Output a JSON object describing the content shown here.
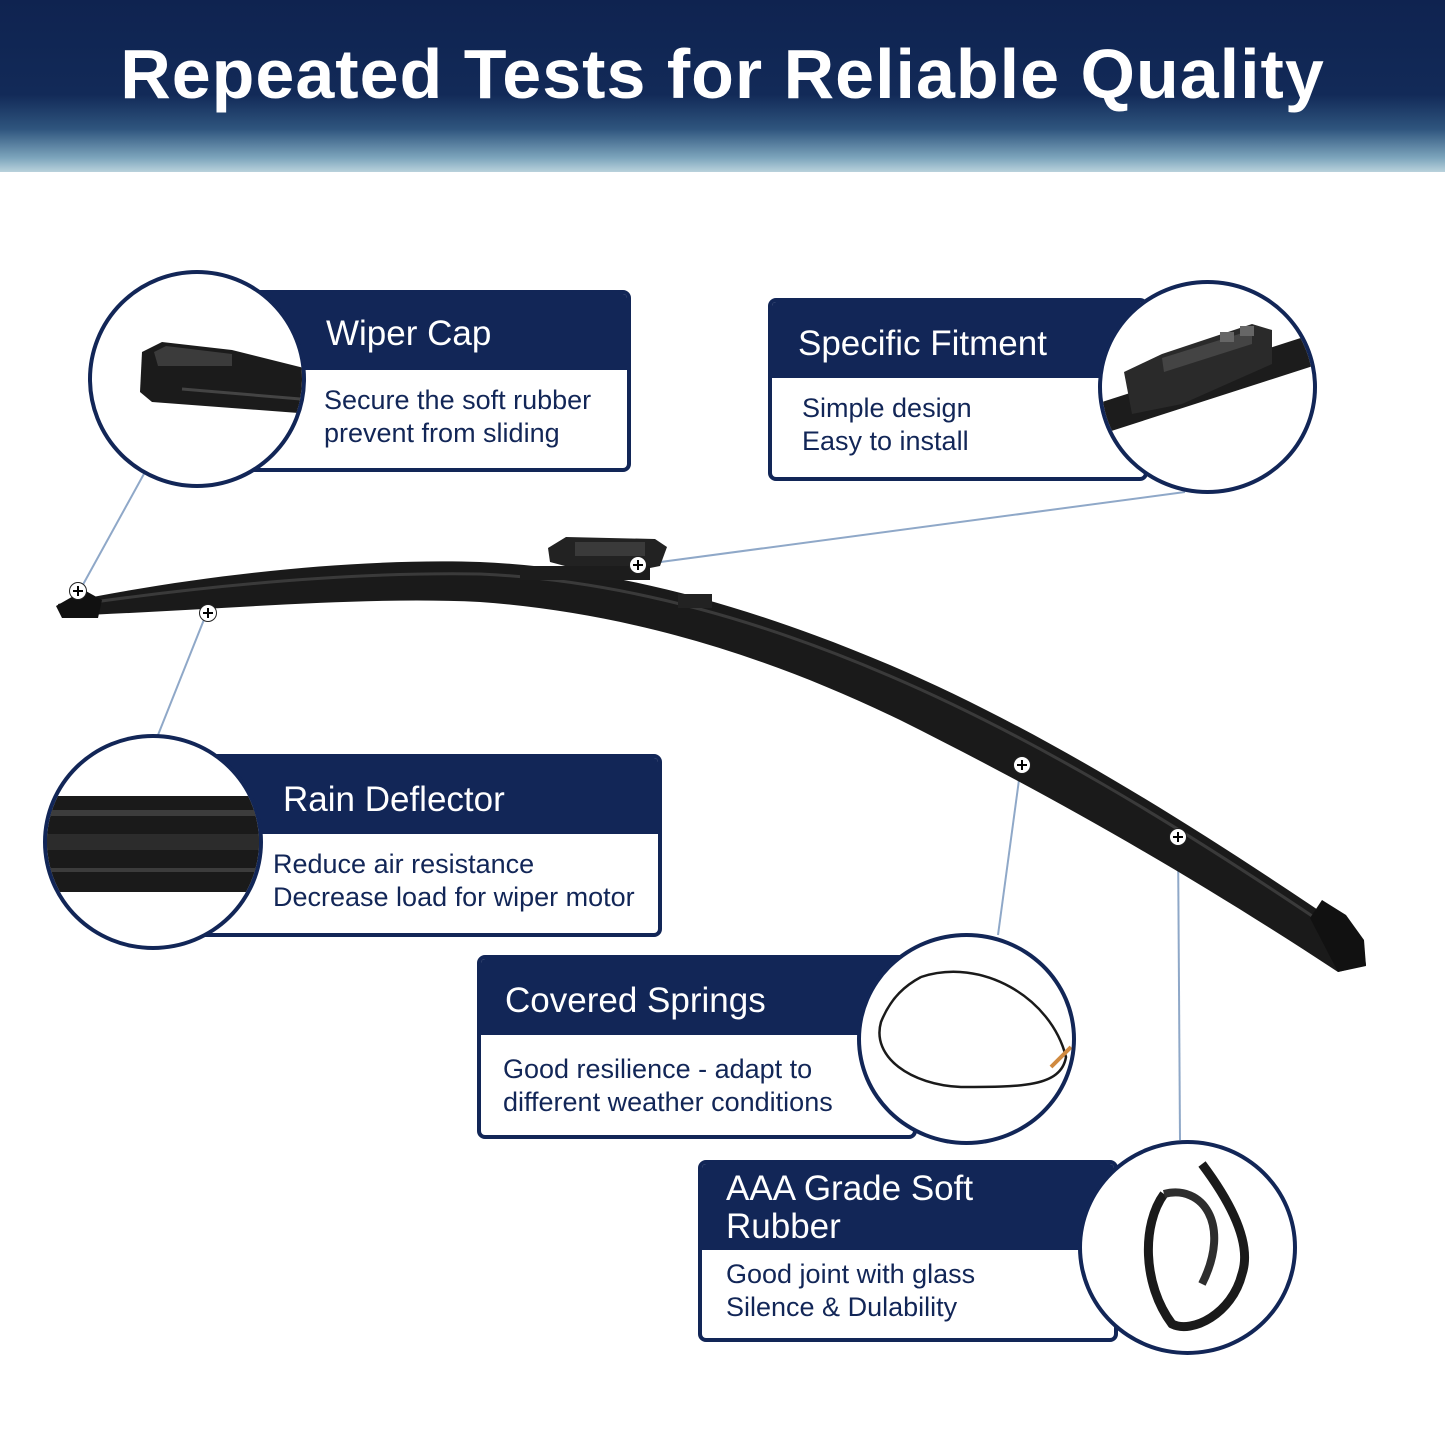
{
  "header": {
    "title": "Repeated Tests for Reliable Quality"
  },
  "features": {
    "wiper_cap": {
      "title": "Wiper Cap",
      "desc_line1": "Secure the soft rubber",
      "desc_line2": "prevent from sliding"
    },
    "specific_fitment": {
      "title": "Specific Fitment",
      "desc_line1": "Simple design",
      "desc_line2": "Easy to install"
    },
    "rain_deflector": {
      "title": "Rain Deflector",
      "desc_line1": "Reduce air resistance",
      "desc_line2": "Decrease load for wiper motor"
    },
    "covered_springs": {
      "title": "Covered Springs",
      "desc_line1": "Good resilience - adapt to",
      "desc_line2": "different weather conditions"
    },
    "soft_rubber": {
      "title_line1": "AAA Grade Soft",
      "title_line2": "Rubber",
      "desc_line1": "Good joint with glass",
      "desc_line2": "Silence & Dulability"
    }
  },
  "colors": {
    "navy": "#122657",
    "leader_line": "#8fa8c8",
    "blade": "#1a1a1a"
  },
  "icons": [
    "wiper-cap-icon",
    "adapter-clip-icon",
    "deflector-strip-icon",
    "spring-wire-icon",
    "rubber-refill-icon",
    "plus-marker-icon"
  ]
}
